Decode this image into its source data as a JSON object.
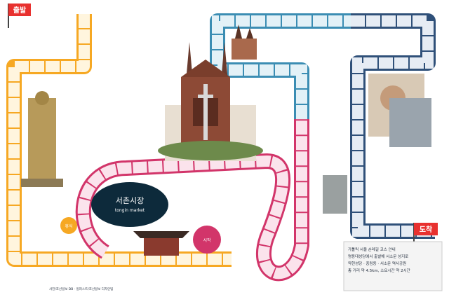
{
  "flags": {
    "start": "출발",
    "finish": "도착"
  },
  "market_sign": {
    "line1": "서촌시장",
    "line2": "tongin market"
  },
  "bubbles": {
    "orange": "휴식",
    "pink": "시작"
  },
  "caption": "사진/조선일보 DB · 일러스트/조선일보 디자인팀",
  "info_box": {
    "lines": [
      "가톨릭 서울 순례길 코스 안내",
      "명동대성당에서 출발해 서소문 성지로",
      "약현성당 · 중림동 · 서소문 역사공원",
      "총 거리 약 4.5km, 소요시간 약 2시간"
    ]
  },
  "colors": {
    "orange": "#f6a823",
    "pink": "#d2356a",
    "mauve": "#b85c8a",
    "teal": "#3b8db3",
    "navy": "#2f5079",
    "red_flag": "#e8312f",
    "start_flag": "#e8312f"
  }
}
